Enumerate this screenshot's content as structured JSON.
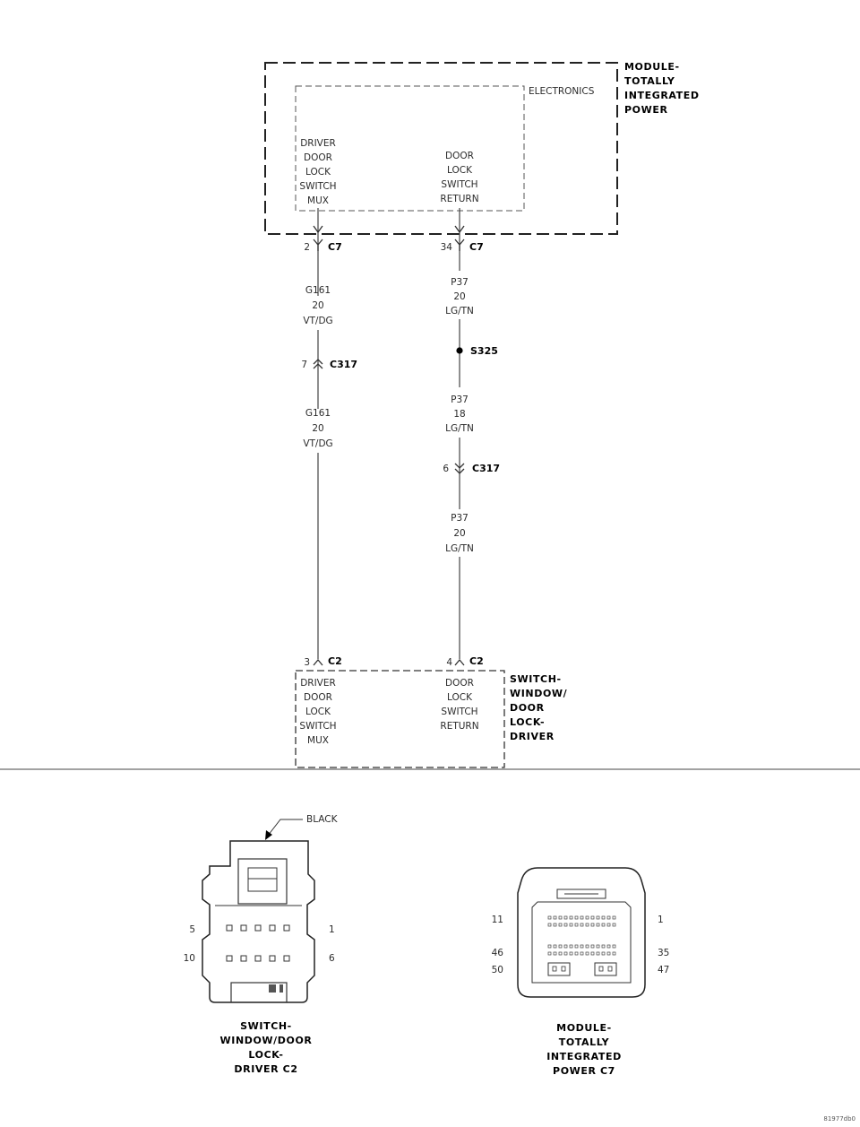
{
  "tipm": {
    "title_lines": [
      "MODULE-",
      "TOTALLY",
      "INTEGRATED",
      "POWER"
    ],
    "sub_label": "ELECTRONICS",
    "pin_left_lines": [
      "DRIVER",
      "DOOR",
      "LOCK",
      "SWITCH",
      "MUX"
    ],
    "pin_right_lines": [
      "DOOR",
      "LOCK",
      "SWITCH",
      "RETURN"
    ]
  },
  "wire_left": {
    "conn_top": {
      "pin": "2",
      "name": "C7"
    },
    "seg1": [
      "G161",
      "20",
      "VT/DG"
    ],
    "inline": {
      "pin": "7",
      "name": "C317"
    },
    "seg2": [
      "G161",
      "20",
      "VT/DG"
    ],
    "conn_bottom": {
      "pin": "3",
      "name": "C2"
    }
  },
  "wire_right": {
    "conn_top": {
      "pin": "34",
      "name": "C7"
    },
    "seg1": [
      "P37",
      "20",
      "LG/TN"
    ],
    "splice": "S325",
    "seg2": [
      "P37",
      "18",
      "LG/TN"
    ],
    "inline": {
      "pin": "6",
      "name": "C317"
    },
    "seg3": [
      "P37",
      "20",
      "LG/TN"
    ],
    "conn_bottom": {
      "pin": "4",
      "name": "C2"
    }
  },
  "switch": {
    "title_lines": [
      "SWITCH-",
      "WINDOW/",
      "DOOR",
      "LOCK-",
      "DRIVER"
    ],
    "pin_left_lines": [
      "DRIVER",
      "DOOR",
      "LOCK",
      "SWITCH",
      "MUX"
    ],
    "pin_right_lines": [
      "DOOR",
      "LOCK",
      "SWITCH",
      "RETURN"
    ]
  },
  "connector_c2": {
    "color_callout": "BLACK",
    "pins": {
      "tl": "5",
      "tr": "1",
      "bl": "10",
      "br": "6"
    },
    "caption_lines": [
      "SWITCH-",
      "WINDOW/DOOR",
      "LOCK-",
      "DRIVER C2"
    ]
  },
  "connector_c7": {
    "pins": {
      "tl": "11",
      "tr": "1",
      "ml": "46",
      "mr": "35",
      "bl": "50",
      "br": "47"
    },
    "caption_lines": [
      "MODULE-",
      "TOTALLY",
      "INTEGRATED",
      "POWER C7"
    ]
  },
  "figure_id": "81977db0"
}
